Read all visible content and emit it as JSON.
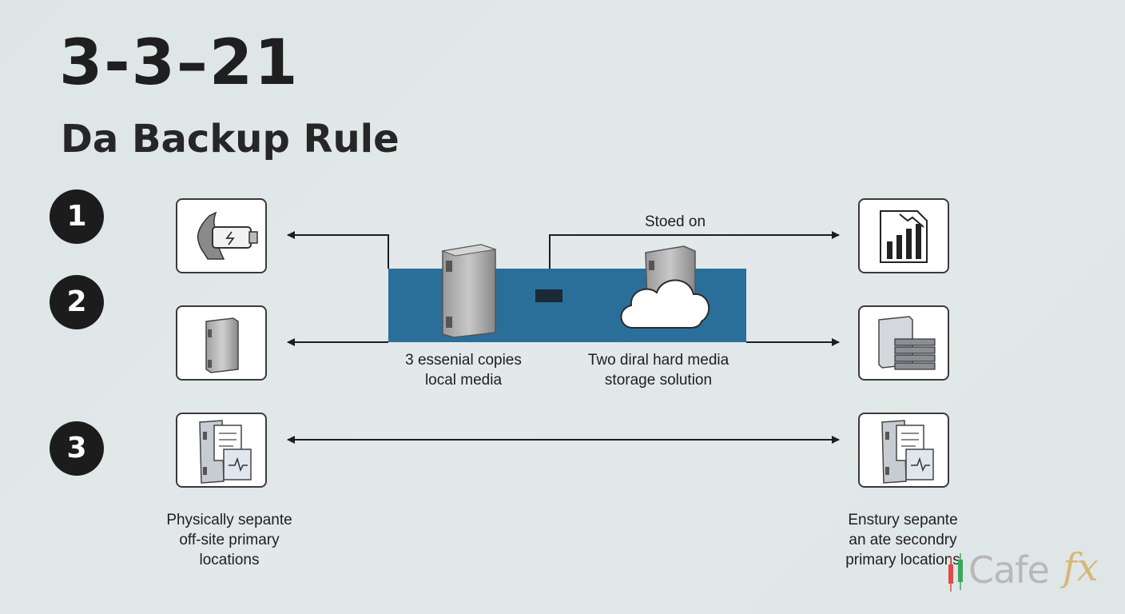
{
  "title": "3-3–21",
  "subtitle": "Da Backup Rule",
  "steps": [
    "1",
    "2",
    "3"
  ],
  "labels": {
    "stored_on": "Stoed on",
    "center_left": [
      "3 essenial copies",
      "local media"
    ],
    "center_right": [
      "Two diral hard media",
      "storage solution"
    ],
    "bottom_left": [
      "Physically sepante",
      "off-site primary",
      "locations"
    ],
    "bottom_right": [
      "Enstury sepante",
      "an ate secondry",
      "primary locations"
    ]
  },
  "icons": {
    "left": [
      "usb-drive-icon",
      "external-hard-drive-icon",
      "server-documents-icon"
    ],
    "right": [
      "bar-chart-document-icon",
      "stacked-drives-icon",
      "server-documents-icon"
    ],
    "center": [
      "server-tower-icon",
      "cloud-server-icon"
    ]
  },
  "watermark": {
    "main": "Cafe",
    "accent": "fx"
  },
  "colors": {
    "band": "#2a6f9a",
    "badge": "#1c1c1c",
    "background": "#e0e7e8"
  }
}
